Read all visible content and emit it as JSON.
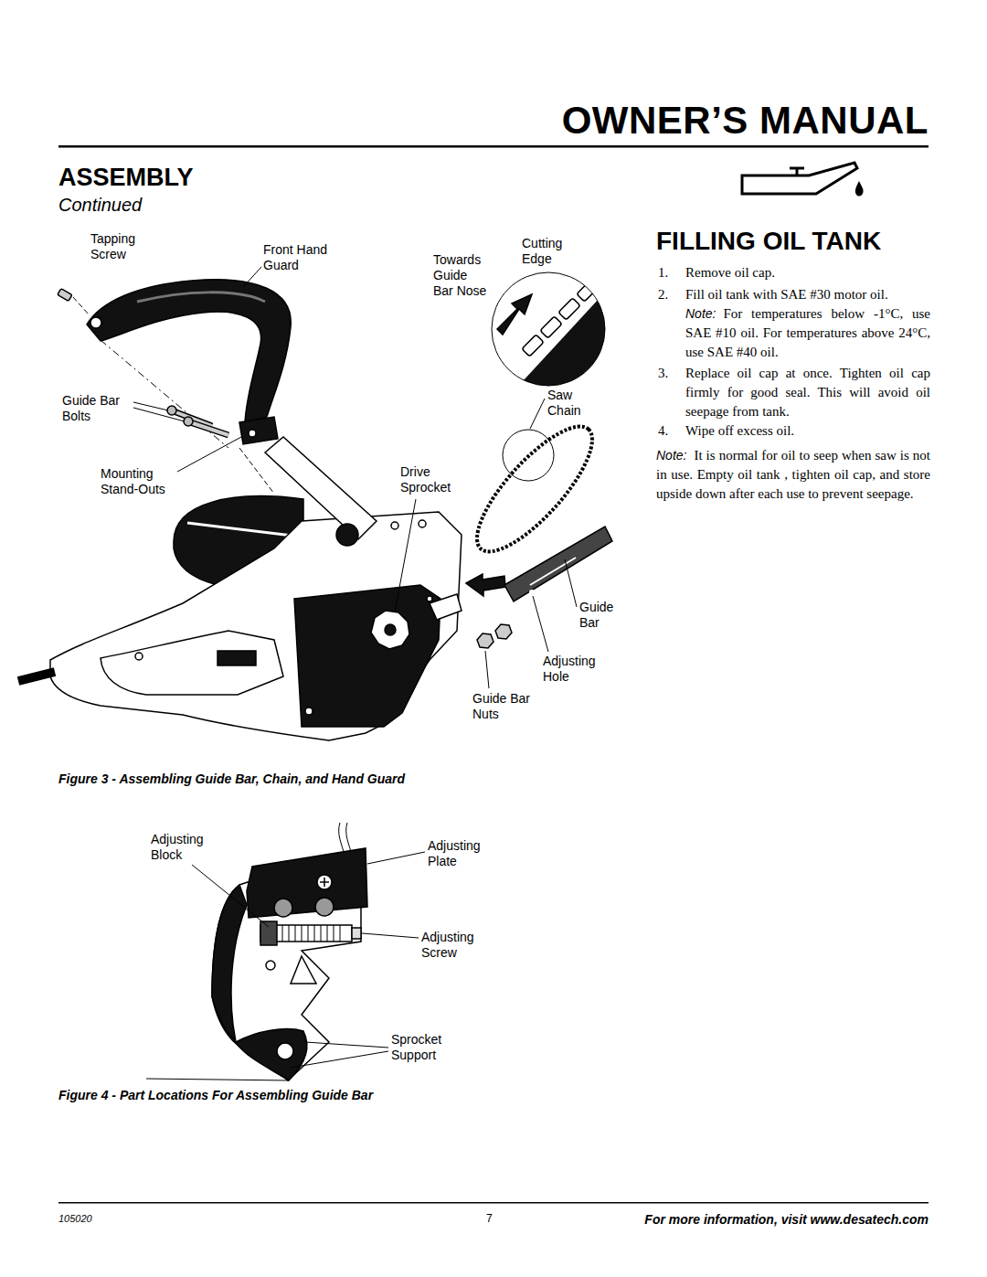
{
  "diagram": {
    "title": "OWNER’S MANUAL",
    "labels": [
      "ASSEMBLY",
      "Continued",
      "Tapping Screw",
      "Front Hand Guard",
      "Towards Guide Bar Nose",
      "Cutting Edge",
      "Saw Chain",
      "Guide Bar Bolts",
      "Mounting Stand-Outs",
      "Drive Sprocket",
      "Guide Bar",
      "Adjusting Hole",
      "Guide Bar Nuts",
      "Figure 3 - Assembling Guide Bar, Chain, and Hand Guard",
      "Adjusting Block",
      "Adjusting Plate",
      "Adjusting Screw",
      "Sprocket Support",
      "Figure 4 - Part Locations For Assembling Guide Bar",
      "FILLING OIL TANK",
      "1.",
      "Remove oil cap.",
      "2.",
      "Fill oil tank with SAE #30 motor oil.",
      "Note:",
      "For temperatures below -1°C, use SAE #10 oil. For temperatures above 24°C, use SAE #40 oil.",
      "3.",
      "Replace oil cap at once. Tighten oil cap firmly for good seal. This will avoid oil seepage from tank.",
      "4.",
      "Wipe off excess oil.",
      "Note:",
      "It is normal for oil to seep when saw is not in use. Empty oil tank , tighten oil cap, and store upside down after each use to prevent seepage.",
      "105020",
      "7",
      "For more information, visit www.desatech.com"
    ]
  }
}
